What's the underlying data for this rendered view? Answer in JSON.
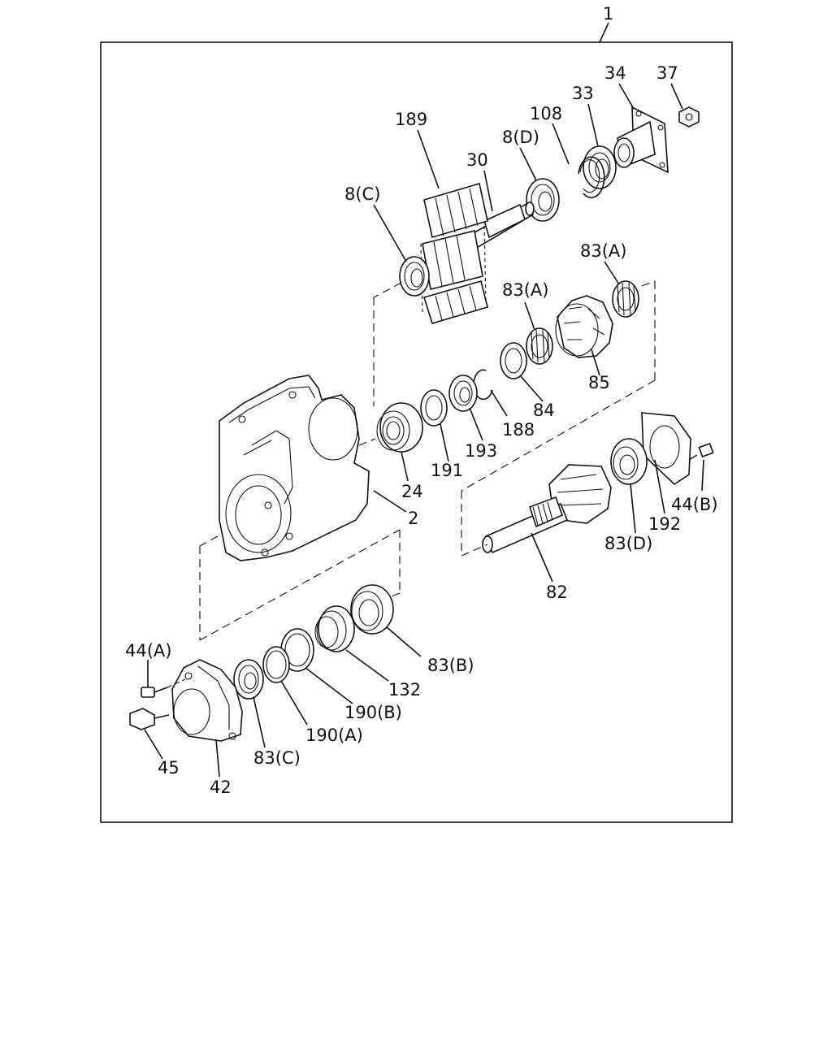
{
  "diagram": {
    "callouts": {
      "c1": "1",
      "c2": "2",
      "c8c": "8(C)",
      "c8d": "8(D)",
      "c24": "24",
      "c30": "30",
      "c33": "33",
      "c34": "34",
      "c37": "37",
      "c42": "42",
      "c44a": "44(A)",
      "c44b": "44(B)",
      "c45": "45",
      "c82": "82",
      "c83a1": "83(A)",
      "c83a2": "83(A)",
      "c83b": "83(B)",
      "c83c": "83(C)",
      "c83d": "83(D)",
      "c84": "84",
      "c85": "85",
      "c108": "108",
      "c132": "132",
      "c188": "188",
      "c189": "189",
      "c190a": "190(A)",
      "c190b": "190(B)",
      "c191": "191",
      "c192": "192",
      "c193": "193"
    }
  }
}
